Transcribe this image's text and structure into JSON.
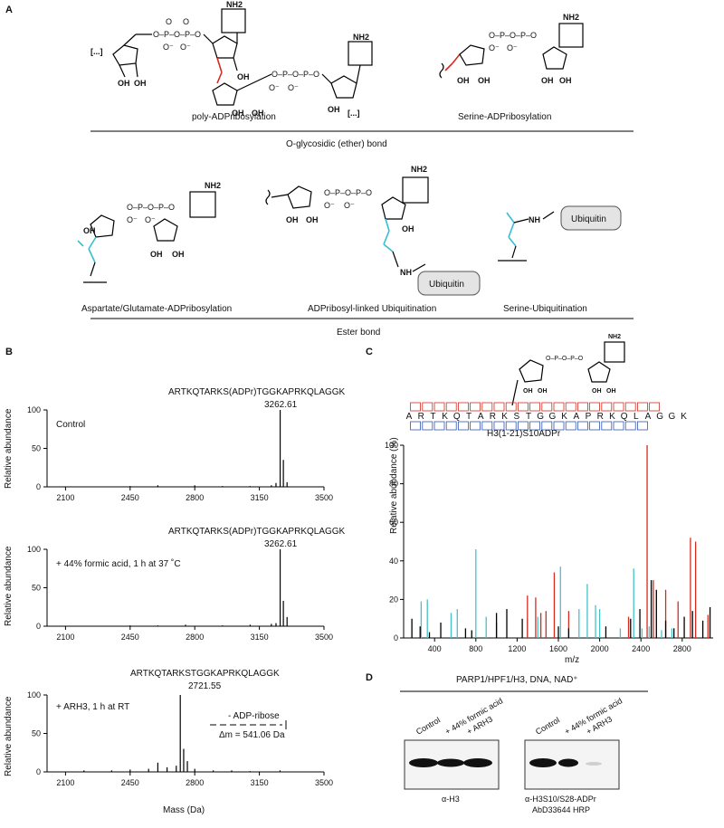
{
  "panelA": {
    "letter": "A",
    "poly_label": "poly-ADPribosylation",
    "serine_label": "Serine-ADPribosylation",
    "ether_label": "O-glycosidic (ether) bond",
    "asp_label": "Aspartate/Glutamate-ADPribosylation",
    "linked_label": "ADPribosyl-linked Ubiquitination",
    "serub_label": "Serine-Ubiquitination",
    "ester_label": "Ester bond",
    "ubiquitin": "Ubiquitin",
    "nh2": "NH2",
    "oh": "OH",
    "o_minus": "O⁻",
    "ellipsis": "[...]",
    "nh": "NH"
  },
  "panelB": {
    "letter": "B",
    "ylabel": "Relative abundance",
    "xlabel": "Mass (Da)",
    "spectra": [
      {
        "peptide": "ARTKQTARKS(ADPr)TGGKAPRKQLAGGK",
        "peak_mass": "3262.61",
        "condition": "Control"
      },
      {
        "peptide": "ARTKQTARKS(ADPr)TGGKAPRKQLAGGK",
        "peak_mass": "3262.61",
        "condition": "+ 44% formic acid, 1 h at 37 ˚C"
      },
      {
        "peptide": "ARTKQTARKSTGGKAPRKQLAGGK",
        "peak_mass": "2721.55",
        "condition": "+ ARH3, 1 h at RT",
        "annotation1": "- ADP-ribose",
        "annotation2": "Δm = 541.06 Da"
      }
    ],
    "xticks": [
      "2100",
      "2450",
      "2800",
      "3150",
      "3500"
    ],
    "yticks": [
      "0",
      "50",
      "100"
    ]
  },
  "panelC": {
    "letter": "C",
    "title": "H3(1-21)S10ADPr",
    "ylabel": "Relative abundance (%)",
    "xlabel": "m/z",
    "sequence": [
      "A",
      "R",
      "T",
      "K",
      "Q",
      "T",
      "A",
      "R",
      "K",
      "S",
      "T",
      "G",
      "G",
      "K",
      "A",
      "P",
      "R",
      "K",
      "Q",
      "L",
      "A",
      "G",
      "G",
      "K"
    ],
    "xticks": [
      "400",
      "800",
      "1200",
      "1600",
      "2000",
      "2400",
      "2800"
    ],
    "yticks": [
      "0",
      "20",
      "40",
      "60",
      "80",
      "100"
    ],
    "colors": {
      "z": "#d42b1e",
      "c": "#45c2c9",
      "y": "#d42b1e",
      "other": "#000000"
    }
  },
  "panelD": {
    "letter": "D",
    "header": "PARP1/HPF1/H3, DNA, NAD⁺",
    "lanes": [
      "Control",
      "+ 44% formic acid",
      "+ ARH3"
    ],
    "blot1_label": "α-H3",
    "blot2_label1": "α-H3S10/S28-ADPr",
    "blot2_label2": "AbD33644 HRP"
  },
  "chart_data": [
    {
      "type": "bar",
      "title": "Control",
      "xlabel": "Mass (Da)",
      "ylabel": "Relative abundance",
      "xlim": [
        2000,
        3500
      ],
      "ylim": [
        0,
        100
      ],
      "x": [
        2450,
        2600,
        2800,
        2950,
        3100,
        3215,
        3240,
        3262.61,
        3280,
        3300
      ],
      "y": [
        1,
        2,
        2,
        1,
        1,
        2,
        5,
        100,
        35,
        6
      ]
    },
    {
      "type": "bar",
      "title": "+ 44% formic acid, 1 h at 37 ˚C",
      "xlabel": "Mass (Da)",
      "ylabel": "Relative abundance",
      "xlim": [
        2000,
        3500
      ],
      "ylim": [
        0,
        100
      ],
      "x": [
        2450,
        2600,
        2750,
        2950,
        3100,
        3215,
        3240,
        3262.61,
        3280,
        3300
      ],
      "y": [
        1,
        1,
        2,
        1,
        2,
        3,
        4,
        100,
        33,
        12
      ]
    },
    {
      "type": "bar",
      "title": "+ ARH3, 1 h at RT",
      "xlabel": "Mass (Da)",
      "ylabel": "Relative abundance",
      "xlim": [
        2000,
        3500
      ],
      "ylim": [
        0,
        100
      ],
      "x": [
        2200,
        2350,
        2450,
        2550,
        2600,
        2650,
        2700,
        2721.55,
        2740,
        2760,
        2800,
        2900,
        3000,
        3100,
        3262
      ],
      "y": [
        2,
        2,
        3,
        4,
        12,
        6,
        8,
        100,
        30,
        14,
        4,
        2,
        2,
        1,
        2
      ]
    },
    {
      "type": "bar",
      "title": "H3(1-21)S10ADPr",
      "xlabel": "m/z",
      "ylabel": "Relative abundance (%)",
      "xlim": [
        100,
        3100
      ],
      "ylim": [
        0,
        100
      ],
      "series": [
        {
          "name": "c",
          "x": [
            270,
            330,
            560,
            620,
            800,
            900,
            1300,
            1400,
            1620,
            1800,
            1880,
            1960,
            2000,
            2200,
            2330,
            2410,
            2480,
            2600,
            2640,
            2700
          ],
          "y": [
            19,
            20,
            13,
            15,
            46,
            11,
            10,
            11,
            37,
            15,
            28,
            17,
            15,
            5,
            36,
            5,
            6,
            4,
            4,
            5
          ]
        },
        {
          "name": "z",
          "x": [
            1000,
            1300,
            1380,
            1430,
            1480,
            1560,
            1700,
            2280,
            2460,
            2520,
            2640,
            2760,
            2880,
            2930,
            3050
          ],
          "y": [
            8,
            22,
            21,
            13,
            14,
            34,
            14,
            11,
            100,
            30,
            25,
            19,
            52,
            50,
            12
          ]
        },
        {
          "name": "other",
          "x": [
            180,
            260,
            350,
            460,
            700,
            760,
            1000,
            1100,
            1250,
            1600,
            1700,
            2060,
            2300,
            2390,
            2500,
            2550,
            2640,
            2720,
            2820,
            2900,
            3000,
            3070
          ],
          "y": [
            10,
            6,
            3,
            8,
            5,
            4,
            13,
            15,
            10,
            6,
            5,
            6,
            10,
            15,
            30,
            25,
            9,
            5,
            11,
            14,
            9,
            16
          ]
        }
      ]
    }
  ]
}
